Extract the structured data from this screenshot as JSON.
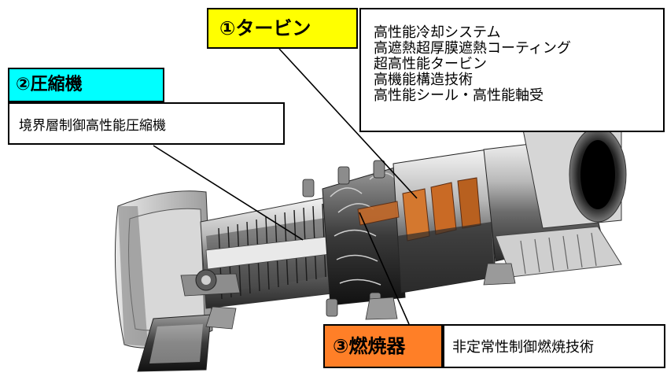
{
  "turbine": {
    "title": "①タービン",
    "items": [
      "高性能冷却システム",
      "高遮熱超厚膜遮熱コーティング",
      "超高性能タービン",
      "高機能構造技術",
      "高性能シール・高性能軸受"
    ],
    "title_color": "#ffff00"
  },
  "compressor": {
    "title": "②圧縮機",
    "description": "境界層制御高性能圧縮機",
    "title_color": "#00ffff"
  },
  "combustor": {
    "title": "③燃焼器",
    "description": "非定常性制御燃焼技術",
    "title_color": "#ff7f27"
  },
  "diagram": {
    "subject": "gas-turbine-cutaway"
  }
}
